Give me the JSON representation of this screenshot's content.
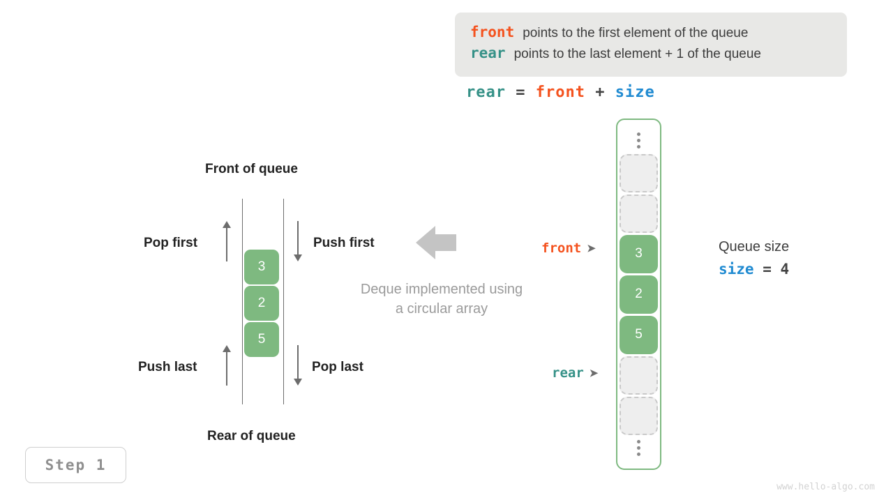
{
  "legend": {
    "lines": [
      {
        "keyword": "front",
        "text": "points to the first element of the queue"
      },
      {
        "keyword": "rear",
        "text": "points to the last element + 1 of the queue"
      }
    ]
  },
  "formula": {
    "lhs": "rear",
    "eq": " = ",
    "rhs1": "front",
    "plus": " + ",
    "rhs2": "size"
  },
  "deque": {
    "front_label": "Front of queue",
    "rear_label": "Rear of queue",
    "pop_first": "Pop first",
    "push_first": "Push first",
    "push_last": "Push last",
    "pop_last": "Pop last",
    "cells": [
      "3",
      "2",
      "5"
    ]
  },
  "caption": {
    "line1": "Deque implemented using",
    "line2": "a circular array"
  },
  "array": {
    "top_ellipsis": "vertical-dots",
    "bottom_ellipsis": "vertical-dots",
    "cells": [
      {
        "value": "",
        "state": "empty"
      },
      {
        "value": "",
        "state": "empty"
      },
      {
        "value": "3",
        "state": "filled"
      },
      {
        "value": "2",
        "state": "filled"
      },
      {
        "value": "5",
        "state": "filled"
      },
      {
        "value": "",
        "state": "empty"
      },
      {
        "value": "",
        "state": "empty"
      }
    ]
  },
  "pointers": {
    "front": {
      "label": "front",
      "arrow": "➤"
    },
    "rear": {
      "label": "rear",
      "arrow": "➤"
    }
  },
  "queue_size": {
    "label": "Queue size",
    "var": "size",
    "eq": " = ",
    "value": "4"
  },
  "step_badge": "Step 1",
  "watermark": "www.hello-algo.com",
  "colors": {
    "front": "#f4521e",
    "rear": "#359187",
    "size": "#1f8ad1",
    "cell_green": "#7eb980",
    "legend_bg": "#e8e8e6",
    "big_arrow": "#c4c4c4"
  }
}
